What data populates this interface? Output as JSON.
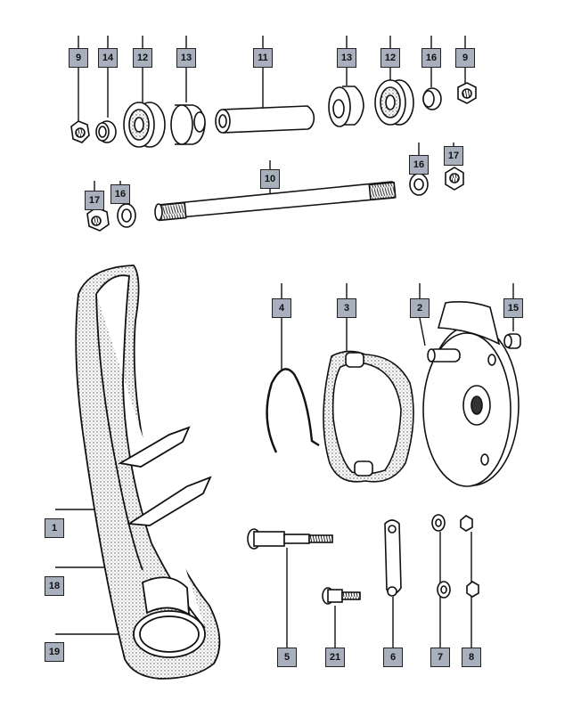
{
  "diagram": {
    "callouts": {
      "c9a": "9",
      "c14": "14",
      "c12a": "12",
      "c13a": "13",
      "c11": "11",
      "c13b": "13",
      "c12b": "12",
      "c16a": "16",
      "c9b": "9",
      "c10": "10",
      "c16b": "16",
      "c17a": "17",
      "c17b": "17",
      "c16c": "16",
      "c4": "4",
      "c3": "3",
      "c2": "2",
      "c15": "15",
      "c1": "1",
      "c18": "18",
      "c19": "19",
      "c5": "5",
      "c21": "21",
      "c6": "6",
      "c7": "7",
      "c8": "8"
    }
  }
}
